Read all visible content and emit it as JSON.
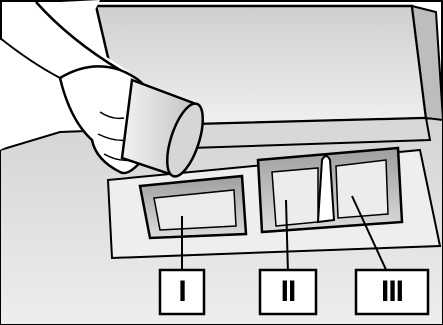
{
  "compartments": [
    {
      "id": "prewash",
      "label": "I"
    },
    {
      "id": "main-wash",
      "label": "II"
    },
    {
      "id": "softener",
      "label": "III"
    }
  ],
  "colors": {
    "line": "#000000",
    "surface": "#ffffff",
    "shade_light": "#e6e6e6",
    "shade_mid": "#c8c8c8",
    "shade_dark": "#a8a8a8"
  }
}
